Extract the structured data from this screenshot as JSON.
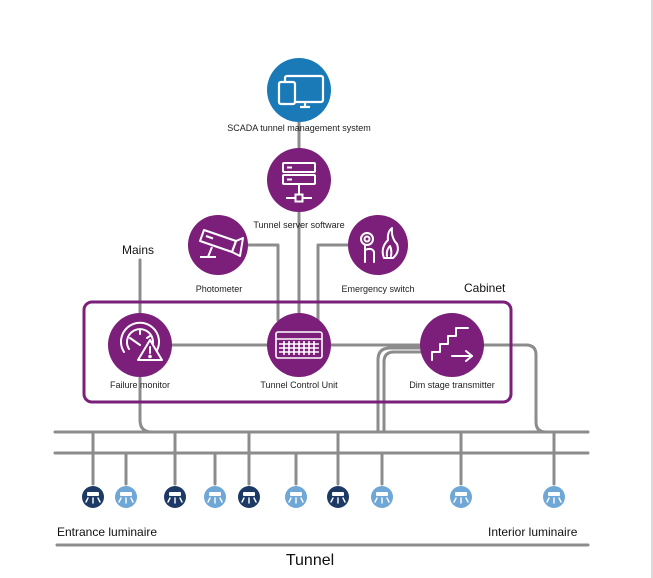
{
  "nodes": {
    "scada": {
      "label": "SCADA tunnel management system",
      "icon": "monitor-icon",
      "color": "#1a7ab8"
    },
    "server": {
      "label": "Tunnel server software",
      "icon": "server-icon",
      "color": "#7b1f7a"
    },
    "photometer": {
      "label": "Photometer",
      "icon": "camera-icon",
      "color": "#7b1f7a"
    },
    "emergency": {
      "label": "Emergency switch",
      "icon": "emergency-switch-icon",
      "color": "#7b1f7a"
    },
    "failure": {
      "label": "Failure monitor",
      "icon": "gauge-warning-icon",
      "color": "#7b1f7a"
    },
    "tcu": {
      "label": "Tunnel Control Unit",
      "icon": "keyboard-icon",
      "color": "#7b1f7a"
    },
    "dim": {
      "label": "Dim stage transmitter",
      "icon": "stairs-arrow-icon",
      "color": "#7b1f7a"
    }
  },
  "labels": {
    "mains": "Mains",
    "cabinet": "Cabinet",
    "entrance": "Entrance luminaire",
    "interior": "Interior luminaire",
    "tunnel": "Tunnel"
  },
  "colors": {
    "purple": "#7b1f7a",
    "blue": "#1a7ab8",
    "line": "#8c8c8c",
    "luminaire_dark": "#1d3a66",
    "luminaire_light": "#6fa7d6"
  },
  "luminaires": [
    "dark",
    "light",
    "dark",
    "light",
    "dark",
    "light",
    "dark",
    "light",
    "light",
    "light"
  ]
}
